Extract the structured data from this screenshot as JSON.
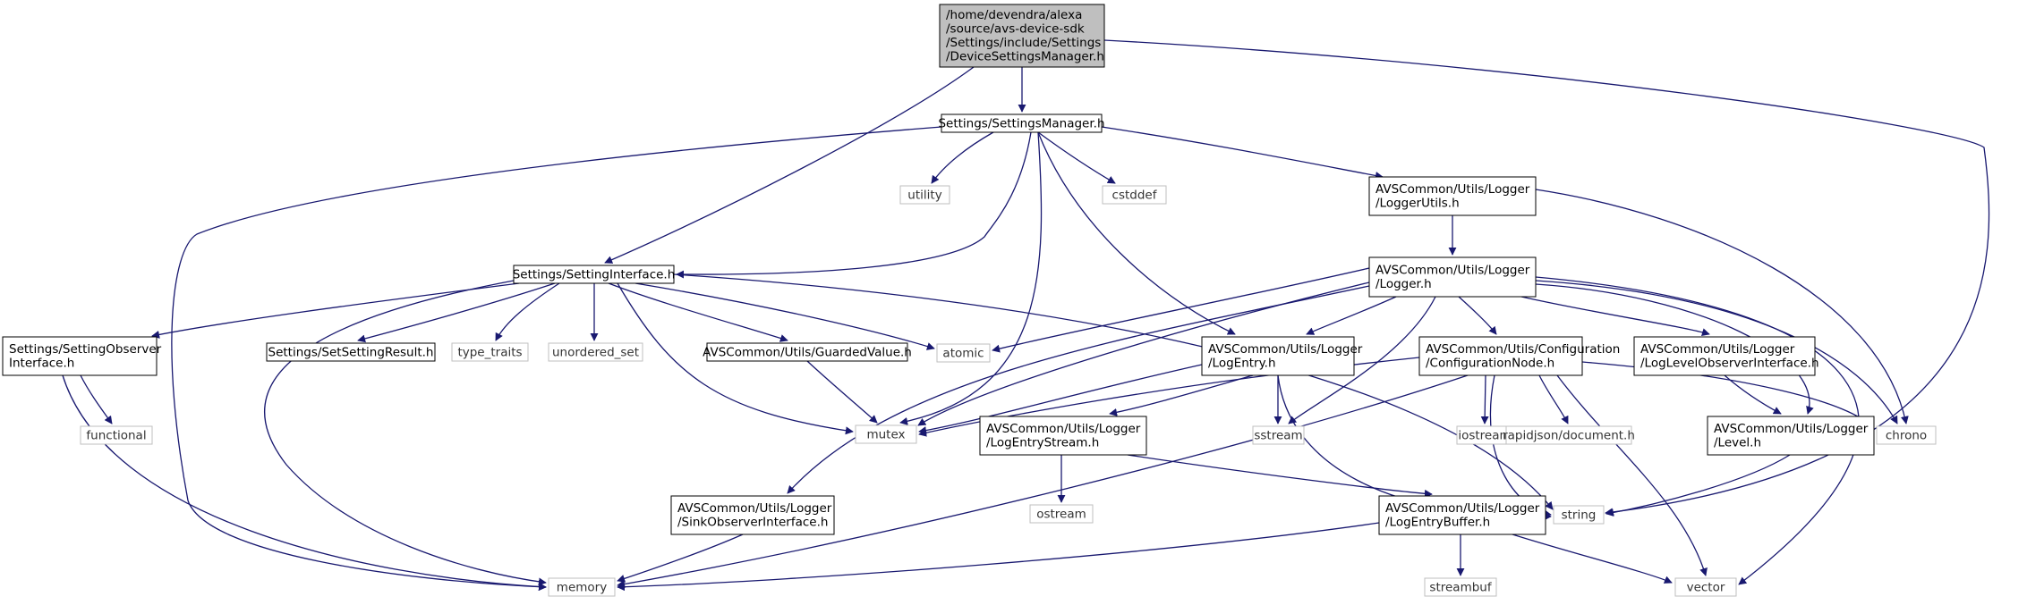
{
  "graph": {
    "colors": {
      "edge": "#191970",
      "root_fill": "#bfbfbf",
      "node_border": "#000000",
      "ext_border": "#bfbfbf",
      "text": "#000000"
    },
    "nodes": [
      {
        "id": "root",
        "kind": "root",
        "lines": [
          "/home/devendra/alexa",
          "/source/avs-device-sdk",
          "/Settings/include/Settings",
          "/DeviceSettingsManager.h"
        ]
      },
      {
        "id": "settings_manager",
        "kind": "file",
        "lines": [
          "Settings/SettingsManager.h"
        ]
      },
      {
        "id": "utility",
        "kind": "ext",
        "lines": [
          "utility"
        ]
      },
      {
        "id": "cstddef",
        "kind": "ext",
        "lines": [
          "cstddef"
        ]
      },
      {
        "id": "logger_utils",
        "kind": "file",
        "lines": [
          "AVSCommon/Utils/Logger",
          "/LoggerUtils.h"
        ]
      },
      {
        "id": "setting_interface",
        "kind": "file",
        "lines": [
          "Settings/SettingInterface.h"
        ]
      },
      {
        "id": "logger",
        "kind": "file",
        "lines": [
          "AVSCommon/Utils/Logger",
          "/Logger.h"
        ]
      },
      {
        "id": "setting_observer",
        "kind": "file",
        "lines": [
          "Settings/SettingObserver",
          "Interface.h"
        ]
      },
      {
        "id": "set_setting_result",
        "kind": "file",
        "lines": [
          "Settings/SetSettingResult.h"
        ]
      },
      {
        "id": "type_traits",
        "kind": "ext",
        "lines": [
          "type_traits"
        ]
      },
      {
        "id": "unordered_set",
        "kind": "ext",
        "lines": [
          "unordered_set"
        ]
      },
      {
        "id": "guarded_value",
        "kind": "file",
        "lines": [
          "AVSCommon/Utils/GuardedValue.h"
        ]
      },
      {
        "id": "atomic",
        "kind": "ext",
        "lines": [
          "atomic"
        ]
      },
      {
        "id": "log_entry",
        "kind": "file",
        "lines": [
          "AVSCommon/Utils/Logger",
          "/LogEntry.h"
        ]
      },
      {
        "id": "configuration_node",
        "kind": "file",
        "lines": [
          "AVSCommon/Utils/Configuration",
          "/ConfigurationNode.h"
        ]
      },
      {
        "id": "log_level_observer",
        "kind": "file",
        "lines": [
          "AVSCommon/Utils/Logger",
          "/LogLevelObserverInterface.h"
        ]
      },
      {
        "id": "functional",
        "kind": "ext",
        "lines": [
          "functional"
        ]
      },
      {
        "id": "mutex",
        "kind": "ext",
        "lines": [
          "mutex"
        ]
      },
      {
        "id": "log_entry_stream",
        "kind": "file",
        "lines": [
          "AVSCommon/Utils/Logger",
          "/LogEntryStream.h"
        ]
      },
      {
        "id": "sstream",
        "kind": "ext",
        "lines": [
          "sstream"
        ]
      },
      {
        "id": "iostream",
        "kind": "ext",
        "lines": [
          "iostream"
        ]
      },
      {
        "id": "rapidjson_document",
        "kind": "ext",
        "lines": [
          "rapidjson/document.h"
        ]
      },
      {
        "id": "level",
        "kind": "file",
        "lines": [
          "AVSCommon/Utils/Logger",
          "/Level.h"
        ]
      },
      {
        "id": "chrono",
        "kind": "ext",
        "lines": [
          "chrono"
        ]
      },
      {
        "id": "ostream",
        "kind": "ext",
        "lines": [
          "ostream"
        ]
      },
      {
        "id": "sink_observer",
        "kind": "file",
        "lines": [
          "AVSCommon/Utils/Logger",
          "/SinkObserverInterface.h"
        ]
      },
      {
        "id": "log_entry_buffer",
        "kind": "file",
        "lines": [
          "AVSCommon/Utils/Logger",
          "/LogEntryBuffer.h"
        ]
      },
      {
        "id": "string",
        "kind": "ext",
        "lines": [
          "string"
        ]
      },
      {
        "id": "memory",
        "kind": "ext",
        "lines": [
          "memory"
        ]
      },
      {
        "id": "streambuf",
        "kind": "ext",
        "lines": [
          "streambuf"
        ]
      },
      {
        "id": "vector",
        "kind": "ext",
        "lines": [
          "vector"
        ]
      }
    ]
  }
}
